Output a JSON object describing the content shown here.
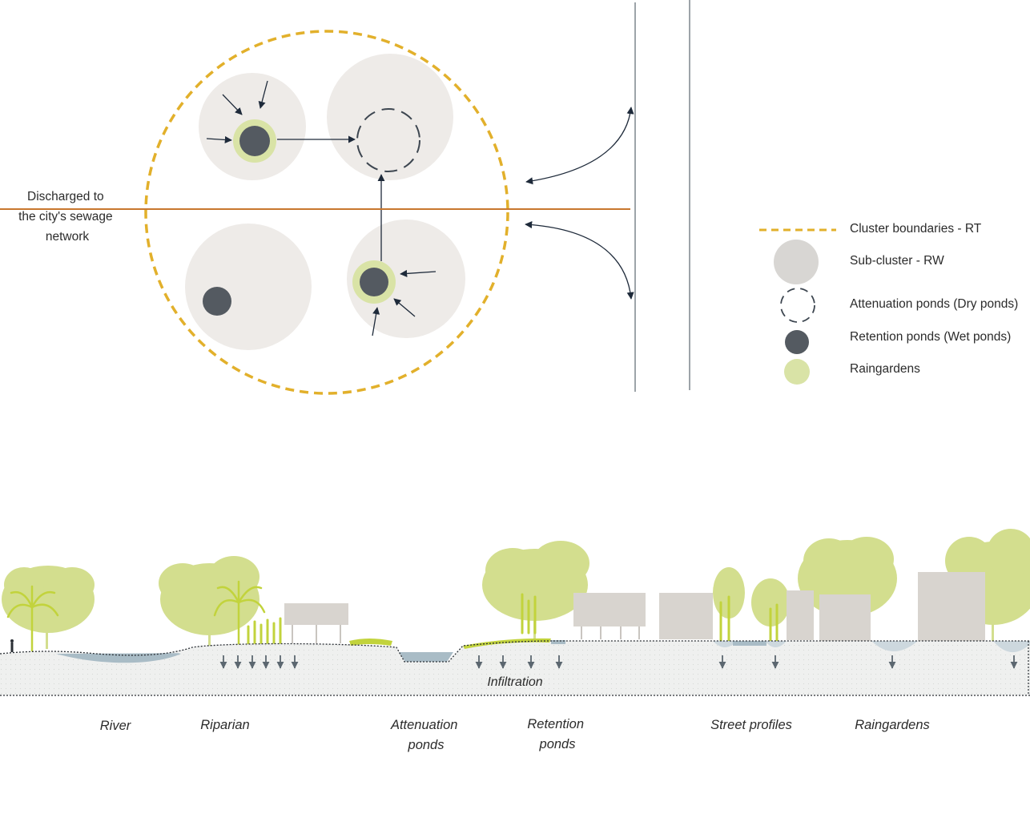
{
  "plan": {
    "discharge_label": [
      "Discharged to",
      "the city's sewage",
      "network"
    ]
  },
  "legend": {
    "items": [
      {
        "label": "Cluster boundaries - RT",
        "icon": "dashed-line-icon"
      },
      {
        "label": "Sub-cluster - RW",
        "icon": "light-grey-circle-icon"
      },
      {
        "label": "Attenuation ponds (Dry ponds)",
        "icon": "dashed-circle-icon"
      },
      {
        "label": "Retention ponds (Wet ponds)",
        "icon": "dark-grey-circle-icon"
      },
      {
        "label": "Raingardens",
        "icon": "yellow-green-circle-icon"
      }
    ]
  },
  "section": {
    "infiltration_label": "Infiltration",
    "zones": [
      {
        "line1": "River",
        "line2": ""
      },
      {
        "line1": "Riparian",
        "line2": ""
      },
      {
        "line1": "Attenuation",
        "line2": "ponds"
      },
      {
        "line1": "Retention",
        "line2": "ponds"
      },
      {
        "line1": "Street profiles",
        "line2": ""
      },
      {
        "line1": "Raingardens",
        "line2": ""
      }
    ]
  },
  "colors": {
    "cluster_boundary": "#e2b02b",
    "sub_cluster": "#eeebe8",
    "retention_pond": "#545a61",
    "raingarden": "#d9e3a6",
    "discharge_line": "#c8772e",
    "arrow": "#1e2a3a",
    "tree": "#d3de8e",
    "palm": "#c2d33c",
    "building": "#d8d4cf",
    "ground": "#eff0ef",
    "water": "#a9bcc6"
  }
}
